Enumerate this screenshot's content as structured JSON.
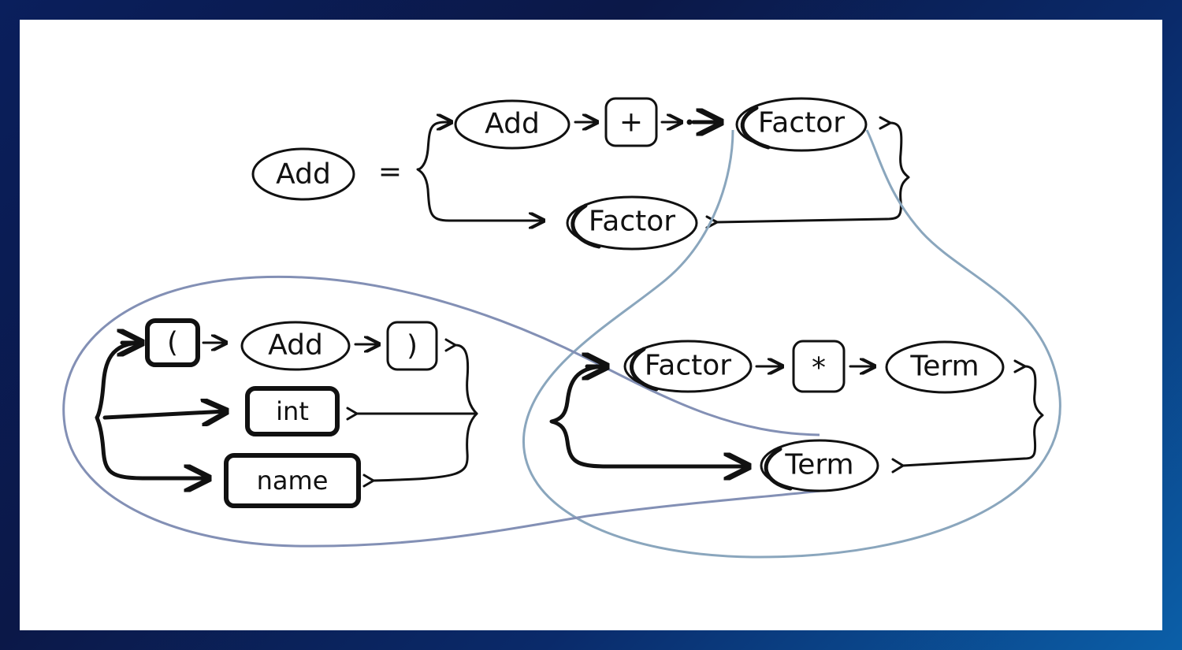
{
  "diagram": {
    "rule_add": {
      "lhs": "Add",
      "equals": "=",
      "branch1": [
        "Add",
        "+",
        "Factor"
      ],
      "branch2": [
        "Factor"
      ]
    },
    "rule_factor": {
      "branch1": [
        "Factor",
        "*",
        "Term"
      ],
      "branch2": [
        "Term"
      ]
    },
    "rule_term": {
      "branch1": [
        "(",
        "Add",
        ")"
      ],
      "branch2": [
        "int"
      ],
      "branch3": [
        "name"
      ]
    },
    "colors": {
      "background_start": "#0a1f5c",
      "background_end": "#0b5fa8",
      "canvas": "#ffffff",
      "ink": "#111111",
      "term_loop": "#8390b5",
      "factor_loop": "#8aa6bd"
    }
  }
}
